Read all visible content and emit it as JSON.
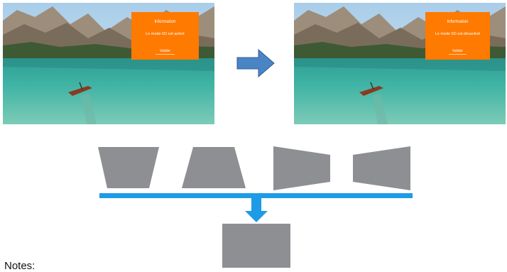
{
  "panels": {
    "left": {
      "overlay_title": "Information",
      "overlay_message": "Le mode 6D est activé",
      "overlay_button": "Valider"
    },
    "right": {
      "overlay_title": "Information",
      "overlay_message": "Le mode 6D est désactivé",
      "overlay_button": "Valider"
    }
  },
  "icons": {
    "transition_arrow": "arrow-right-icon",
    "down_arrow": "arrow-down-icon"
  },
  "colors": {
    "overlay": "#ff7a00",
    "arrow_fill": "#4a84c4",
    "bar": "#1e9be6",
    "shape": "#8e8f93"
  },
  "note": "Notes:"
}
